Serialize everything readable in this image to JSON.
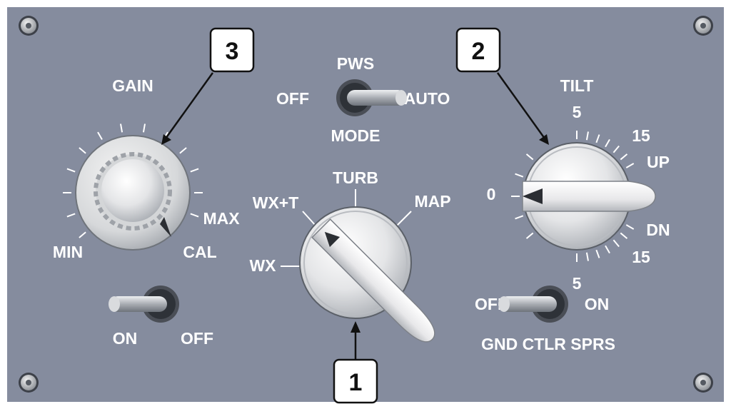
{
  "panel": {
    "background_color": "#858c9e",
    "label_color": "#ffffff"
  },
  "gain": {
    "title": "GAIN",
    "min_label": "MIN",
    "max_label": "MAX",
    "cal_label": "CAL",
    "callout": "3"
  },
  "power_switch": {
    "on_label": "ON",
    "off_label": "OFF",
    "position": "ON"
  },
  "pws_mode": {
    "title": "PWS",
    "subtitle": "MODE",
    "off_label": "OFF",
    "auto_label": "AUTO",
    "position": "AUTO"
  },
  "mode_selector": {
    "wx_label": "WX",
    "wxt_label": "WX+T",
    "turb_label": "TURB",
    "map_label": "MAP",
    "selected": "WX+T",
    "callout": "1"
  },
  "tilt": {
    "title": "TILT",
    "up_label": "UP",
    "dn_label": "DN",
    "zero_label": "0",
    "up5_label": "5",
    "up15_label": "15",
    "dn5_label": "5",
    "dn15_label": "15",
    "callout": "2",
    "value": "0"
  },
  "gnd_switch": {
    "off_label": "OFF",
    "on_label": "ON",
    "title": "GND CTLR SPRS",
    "position": "OFF"
  }
}
